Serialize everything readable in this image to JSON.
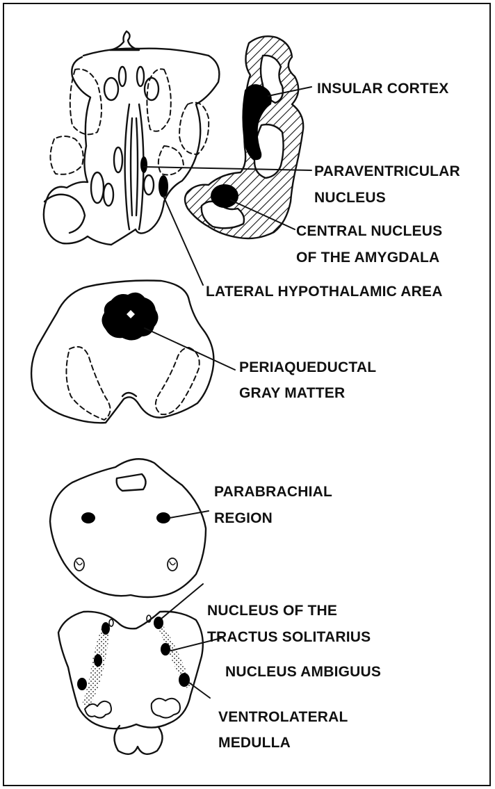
{
  "labels": {
    "insular_cortex": "INSULAR CORTEX",
    "paraventricular_1": "PARAVENTRICULAR",
    "paraventricular_2": "NUCLEUS",
    "central_1": "CENTRAL NUCLEUS",
    "central_2": "OF THE AMYGDALA",
    "lateral_hypothalamic": "LATERAL HYPOTHALAMIC AREA",
    "periaqueductal_1": "PERIAQUEDUCTAL",
    "periaqueductal_2": "GRAY MATTER",
    "parabrachial_1": "PARABRACHIAL",
    "parabrachial_2": "REGION",
    "nts_1": "NUCLEUS OF THE",
    "nts_2": "TRACTUS SOLITARIUS",
    "ambiguus": "NUCLEUS AMBIGUUS",
    "ventrolateral_1": "VENTROLATERAL",
    "ventrolateral_2": "MEDULLA"
  },
  "colors": {
    "ink": "#111111",
    "highlight": "#000000",
    "background": "#ffffff"
  }
}
